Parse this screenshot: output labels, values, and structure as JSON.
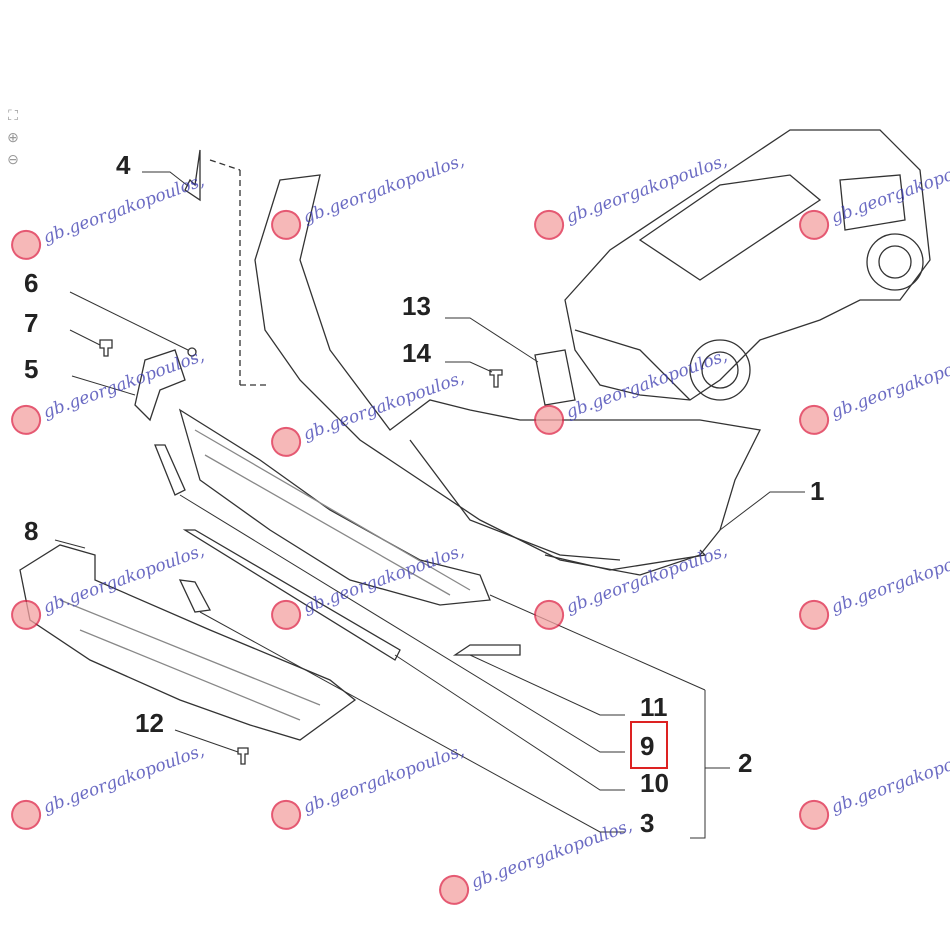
{
  "viewer_tools": [
    {
      "icon": "fit-icon"
    },
    {
      "icon": "zoom-in-icon"
    },
    {
      "icon": "zoom-out-icon"
    }
  ],
  "watermark": "gb.georgakopoulos,",
  "callouts": {
    "c1": "1",
    "c2": "2",
    "c3": "3",
    "c4": "4",
    "c5": "5",
    "c6": "6",
    "c7": "7",
    "c8": "8",
    "c9": "9",
    "c10": "10",
    "c11": "11",
    "c12": "12",
    "c13": "13",
    "c14": "14"
  },
  "highlight_color": "#dd2222",
  "highlighted_part": "9"
}
